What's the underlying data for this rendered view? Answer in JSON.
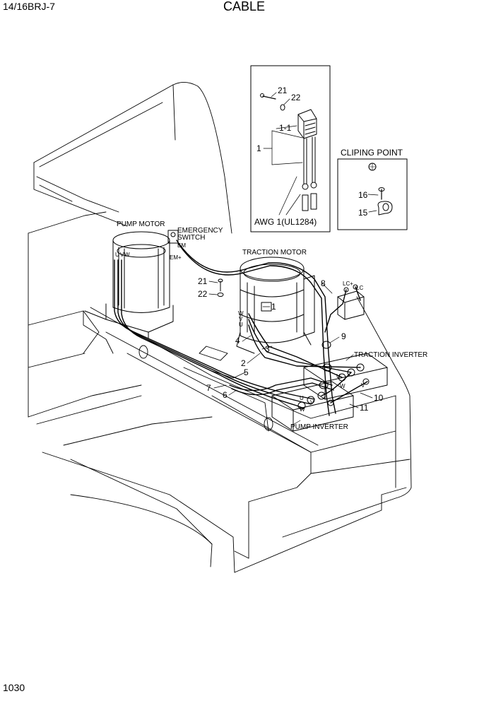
{
  "header": {
    "model": "14/16BRJ-7",
    "title": "CABLE"
  },
  "footer": {
    "page": "1030"
  },
  "components": {
    "pump_motor": "PUMP MOTOR",
    "emergency_switch_line1": "EMERGENCY",
    "emergency_switch_line2": "SWITCH",
    "traction_motor": "TRACTION MOTOR",
    "traction_inverter": "TRACTION INVERTER",
    "pump_inverter": "PUMP INVERTER"
  },
  "terminals": {
    "em": "EM",
    "em_plus": "EM+",
    "lc_plus": "LC+",
    "lc": "LC",
    "u": "U",
    "v": "V",
    "w": "W"
  },
  "inset_cable": {
    "awg": "AWG 1(UL1284)"
  },
  "inset_clip": {
    "title": "CLIPING POINT"
  },
  "callouts": {
    "p1": "1",
    "p1_1": "1-1",
    "p2": "2",
    "p3": "3",
    "p4": "4",
    "p5": "5",
    "p6": "6",
    "p7": "7",
    "p8": "8",
    "p9": "9",
    "p10": "10",
    "p11": "11",
    "p15": "15",
    "p16": "16",
    "p21": "21",
    "p22": "22"
  }
}
